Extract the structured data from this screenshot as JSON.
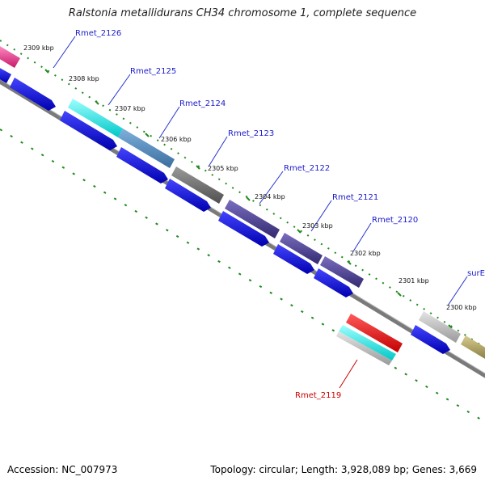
{
  "title": "Ralstonia metallidurans CH34 chromosome 1, complete sequence",
  "footer": {
    "accession": "Accession: NC_007973",
    "summary": "Topology: circular; Length: 3,928,089 bp; Genes: 3,669"
  },
  "colors": {
    "backbone": "#7a7a7a",
    "tick": "#1e8a1e",
    "forward_cds": "#0000ee",
    "label_line": "#2233cc",
    "highlight_label": "#cc0000"
  },
  "kbp_labels": [
    "2309 kbp",
    "2308 kbp",
    "2307 kbp",
    "2306 kbp",
    "2305 kbp",
    "2304 kbp",
    "2303 kbp",
    "2302 kbp",
    "2301 kbp",
    "2300 kbp"
  ],
  "gene_labels": [
    {
      "text": "Rmet_2126",
      "highlight": false
    },
    {
      "text": "Rmet_2125",
      "highlight": false
    },
    {
      "text": "Rmet_2124",
      "highlight": false
    },
    {
      "text": "Rmet_2123",
      "highlight": false
    },
    {
      "text": "Rmet_2122",
      "highlight": false
    },
    {
      "text": "Rmet_2121",
      "highlight": false
    },
    {
      "text": "Rmet_2120",
      "highlight": false
    },
    {
      "text": "surE",
      "highlight": false
    },
    {
      "text": "Rmet_2119",
      "highlight": true
    }
  ],
  "gene_colors": [
    "#e8287c",
    "#00e8e8",
    "#4682b4",
    "#6e6e6e",
    "#483d8b",
    "#483d8b",
    "#483d8b",
    "#b4b4b4",
    "#b0a060",
    "#ee0000",
    "#00e8e8",
    "#b4b4b4"
  ]
}
